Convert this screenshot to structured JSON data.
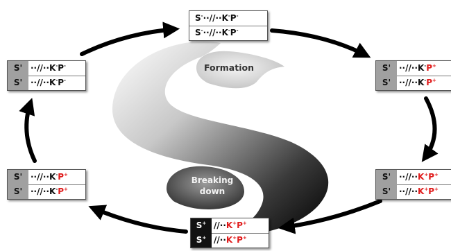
{
  "labels": {
    "formation": "Formation",
    "breaking_down": [
      "Breaking",
      "down"
    ]
  },
  "boxes": [
    {
      "id": "top",
      "style": "plain",
      "rows": [
        {
          "s": "S",
          "s_sup": "-",
          "bonds": "··//··",
          "k": "K",
          "k_sup": "-",
          "p": "P",
          "p_sup": "-",
          "k_red": false,
          "p_red": false
        },
        {
          "s": "S",
          "s_sup": "-",
          "bonds": "··//··",
          "k": "K",
          "k_sup": "-",
          "p": "P",
          "p_sup": "-",
          "k_red": false,
          "p_red": false
        }
      ]
    },
    {
      "id": "right-upper",
      "style": "gray",
      "rows": [
        {
          "s": "S'",
          "s_sup": "",
          "bonds": "··//··",
          "k": "K",
          "k_sup": "-",
          "p": "P",
          "p_sup": "+",
          "k_red": false,
          "p_red": true
        },
        {
          "s": "S'",
          "s_sup": "",
          "bonds": "··//··",
          "k": "K",
          "k_sup": "-",
          "p": "P",
          "p_sup": "+",
          "k_red": false,
          "p_red": true
        }
      ]
    },
    {
      "id": "right-lower",
      "style": "gray",
      "rows": [
        {
          "s": "S'",
          "s_sup": "",
          "bonds": "··//··",
          "k": "K",
          "k_sup": "+",
          "p": "P",
          "p_sup": "+",
          "k_red": true,
          "p_red": true
        },
        {
          "s": "S'",
          "s_sup": "",
          "bonds": "··//··",
          "k": "K",
          "k_sup": "+",
          "p": "P",
          "p_sup": "+",
          "k_red": true,
          "p_red": true
        }
      ]
    },
    {
      "id": "bottom",
      "style": "black",
      "rows": [
        {
          "s": "S",
          "s_sup": "+",
          "bonds": "//··",
          "k": "K",
          "k_sup": "+",
          "p": "P",
          "p_sup": "+",
          "k_red": true,
          "p_red": true
        },
        {
          "s": "S",
          "s_sup": "+",
          "bonds": "//··",
          "k": "K",
          "k_sup": "+",
          "p": "P",
          "p_sup": "+",
          "k_red": true,
          "p_red": true
        }
      ]
    },
    {
      "id": "left-lower",
      "style": "gray",
      "rows": [
        {
          "s": "S'",
          "s_sup": "",
          "bonds": "··//··",
          "k": "K",
          "k_sup": "-",
          "p": "P",
          "p_sup": "+",
          "k_red": false,
          "p_red": true
        },
        {
          "s": "S'",
          "s_sup": "",
          "bonds": "··//··",
          "k": "K",
          "k_sup": "-",
          "p": "P",
          "p_sup": "+",
          "k_red": false,
          "p_red": true
        }
      ]
    },
    {
      "id": "left-upper",
      "style": "gray",
      "rows": [
        {
          "s": "S'",
          "s_sup": "",
          "bonds": "··//··",
          "k": "K",
          "k_sup": "-",
          "p": "P",
          "p_sup": "-",
          "k_red": false,
          "p_red": false
        },
        {
          "s": "S'",
          "s_sup": "",
          "bonds": "··//··",
          "k": "K",
          "k_sup": "-",
          "p": "P",
          "p_sup": "-",
          "k_red": false,
          "p_red": false
        }
      ]
    }
  ],
  "colors": {
    "positive_charge": "#e01b1b",
    "text": "#111111",
    "s_cell_gray": "#a0a0a0",
    "s_cell_black": "#111111",
    "arrow": "#000000"
  }
}
